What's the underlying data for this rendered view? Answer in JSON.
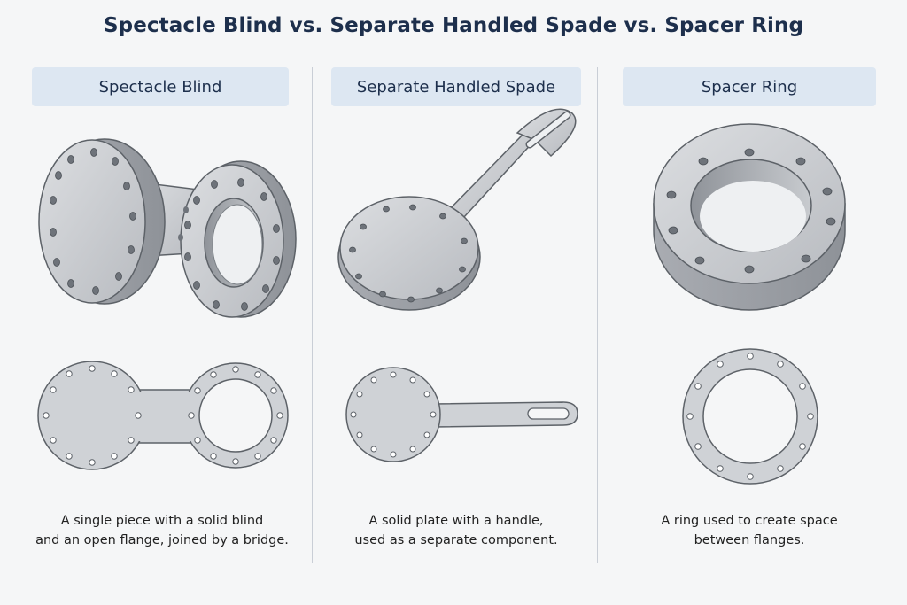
{
  "title": "Spectacle Blind vs. Separate Handled Spade vs. Spacer Ring",
  "columns": [
    {
      "heading": "Spectacle Blind",
      "caption_line1": "A single piece with a solid blind",
      "caption_line2": "and an open flange, joined by a bridge."
    },
    {
      "heading": "Separate Handled Spade",
      "caption_line1": "A solid plate with a handle,",
      "caption_line2": "used as a separate component."
    },
    {
      "heading": "Spacer Ring",
      "caption_line1": "A ring used to create space",
      "caption_line2": "between flanges."
    }
  ],
  "colors": {
    "metal_light": "#d4d6d9",
    "metal_mid": "#b9bcc1",
    "metal_dark": "#8f9399",
    "outline": "#5d6268",
    "header_bg": "#dde7f2"
  }
}
